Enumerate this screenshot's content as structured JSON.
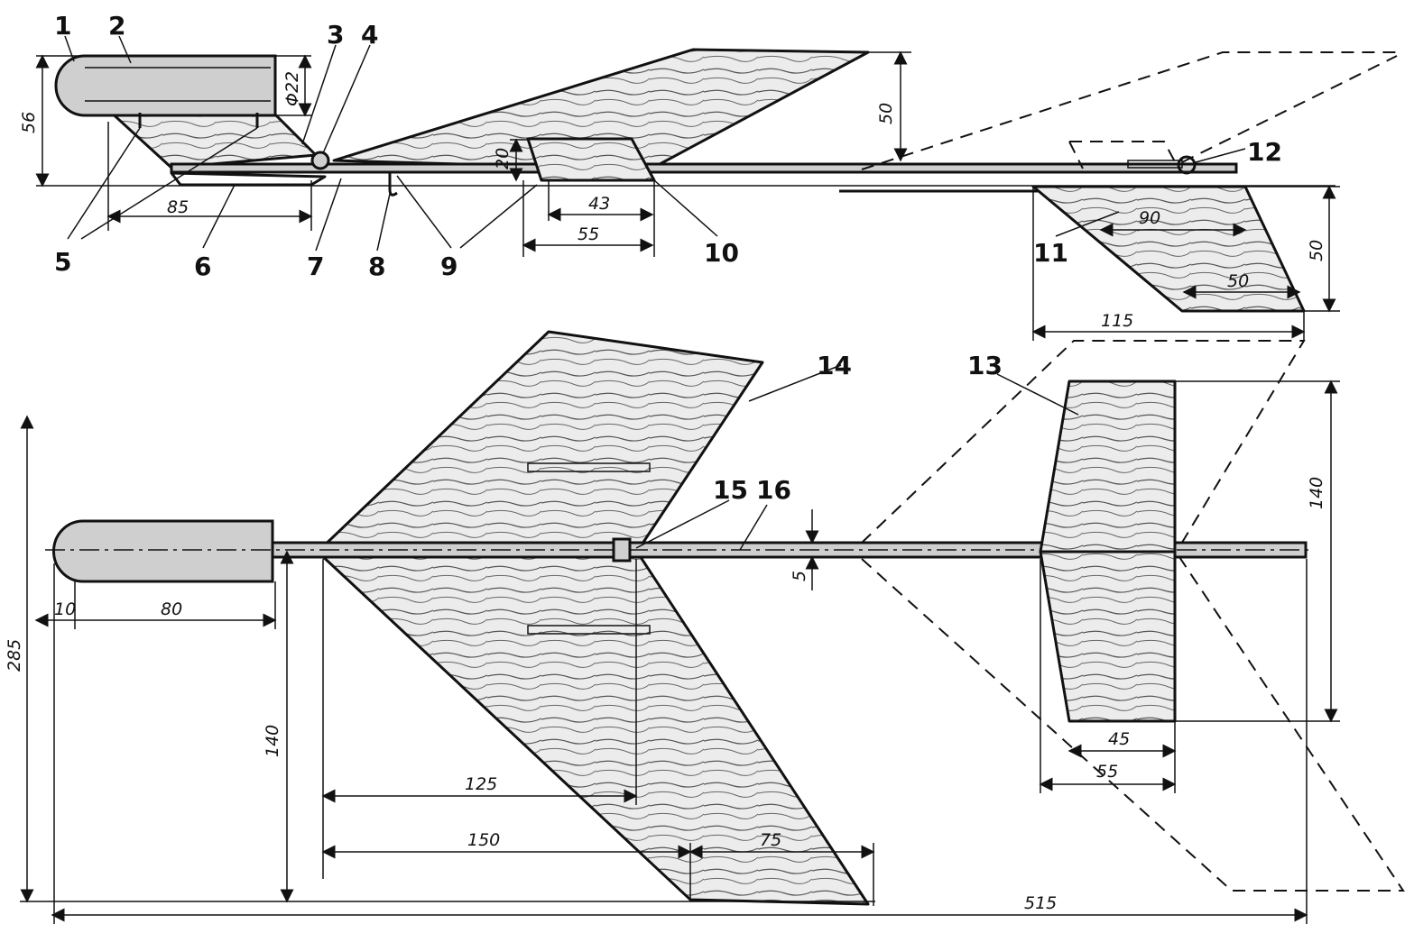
{
  "part_numbers": [
    "1",
    "2",
    "3",
    "4",
    "5",
    "6",
    "7",
    "8",
    "9",
    "10",
    "11",
    "12",
    "13",
    "14",
    "15",
    "16"
  ],
  "dimensions": {
    "side_height": "56",
    "body_diameter": "Φ22",
    "pylon_length": "85",
    "fin_height": "50",
    "stab_mount_height": "20",
    "stab_mount_inner": "43",
    "stab_mount_outer": "55",
    "ventral_upper": "90",
    "ventral_height": "50",
    "ventral_tip": "50",
    "ventral_base": "115",
    "nose_length": "10",
    "body_length": "80",
    "boom_width": "5",
    "wing_half_span": "140",
    "total_span": "285",
    "wing_chord_inner": "125",
    "wing_chord_root": "150",
    "wing_tip_chord": "75",
    "tail_span": "140",
    "tail_tip_chord": "45",
    "tail_root_chord": "55",
    "total_length": "515"
  },
  "colors": {
    "ink": "#111111",
    "wood": "#e6e6e6",
    "body": "#cfcfcf"
  }
}
